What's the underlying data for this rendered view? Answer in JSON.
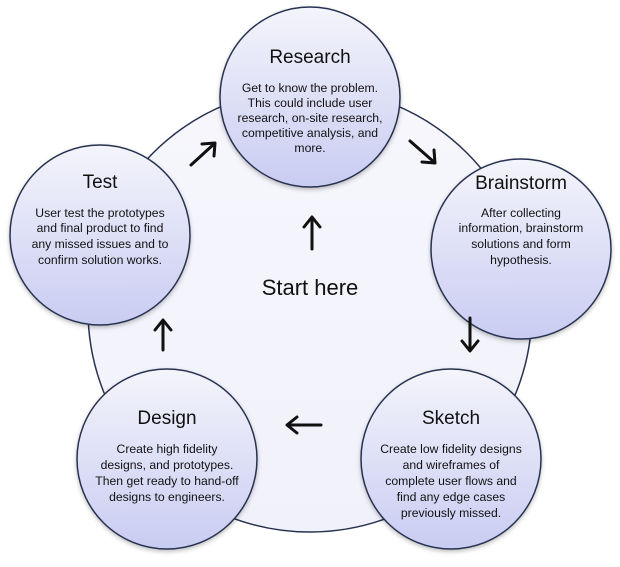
{
  "center": {
    "label": "Start here"
  },
  "colors": {
    "circle_fill_top": "#f4f4fb",
    "circle_fill_bottom": "#c9ccf2",
    "circle_stroke": "#28324f",
    "arrow": "#111111"
  },
  "nodes": [
    {
      "title": "Research",
      "lines": [
        "Get to know the problem.",
        "This could include user",
        "research, on-site research,",
        "competitive analysis, and",
        "more."
      ]
    },
    {
      "title": "Brainstorm",
      "lines": [
        "After collecting",
        "information, brainstorm",
        "solutions and form",
        "hypothesis."
      ]
    },
    {
      "title": "Sketch",
      "lines": [
        "Create low fidelity designs",
        "and wireframes of",
        "complete user flows and",
        "find any edge cases",
        "previously missed."
      ]
    },
    {
      "title": "Design",
      "lines": [
        "Create high fidelity",
        "designs, and prototypes.",
        "Then get ready to hand-off",
        "designs to engineers."
      ]
    },
    {
      "title": "Test",
      "lines": [
        "User test the prototypes",
        "and final product to find",
        "any missed issues and to",
        "confirm solution works."
      ]
    }
  ]
}
